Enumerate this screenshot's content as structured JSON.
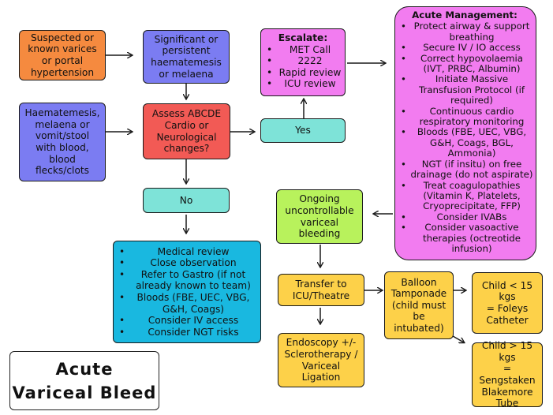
{
  "colors": {
    "orange": "#f58a3f",
    "blue": "#7b7cf2",
    "red": "#f25a55",
    "teal": "#7ee3d8",
    "pink": "#f27cf0",
    "green": "#b8f25c",
    "cyan": "#19b8e0",
    "yellow": "#fdd149"
  },
  "title": {
    "line1": "Acute",
    "line2": "Variceal Bleed"
  },
  "suspected": {
    "lines": [
      "Suspected or",
      "known varices",
      "or portal",
      "hypertension"
    ]
  },
  "significant": {
    "lines": [
      "Significant or",
      "persistent",
      "haematemesis",
      "or melaena"
    ]
  },
  "haematemesis": {
    "lines": [
      "Haematemesis,",
      "melaena or",
      "vomit/stool",
      "with blood,",
      "blood",
      "flecks/clots"
    ]
  },
  "assess": {
    "lines": [
      "Assess ABCDE",
      "Cardio or",
      "Neurological",
      "changes?"
    ]
  },
  "yes": "Yes",
  "no": "No",
  "escalate": {
    "heading": "Escalate:",
    "items": [
      "MET Call",
      "2222",
      "Rapid review",
      "ICU review"
    ]
  },
  "acute": {
    "heading": "Acute Management:",
    "items": [
      "Protect airway & support breathing",
      "Secure IV / IO access",
      "Correct hypovolaemia (IVT, PRBC, Albumin)",
      "Initiate Massive Transfusion Protocol (if required)",
      "Continuous cardio respiratory monitoring",
      "Bloods (FBE, UEC, VBG, G&H, Coags, BGL, Ammonia)",
      "NGT (if insitu) on free drainage (do not aspirate)",
      "Treat coagulopathies (Vitamin K, Platelets, Cryoprecipitate, FFP)",
      "Consider IVABs",
      "Consider vasoactive therapies (octreotide infusion)"
    ]
  },
  "ongoing": {
    "lines": [
      "Ongoing",
      "uncontrollable",
      "variceal",
      "bleeding"
    ]
  },
  "medical": {
    "items": [
      "Medical review",
      "Close observation",
      "Refer to Gastro (if not already known to team)",
      "Bloods (FBE, UEC, VBG, G&H, Coags)",
      "Consider IV access",
      "Consider NGT risks"
    ]
  },
  "transfer": {
    "lines": [
      "Transfer to",
      "ICU/Theatre"
    ]
  },
  "balloon": {
    "lines": [
      "Balloon",
      "Tamponade",
      "(child must",
      "be",
      "intubated)"
    ]
  },
  "child_lt": {
    "lines": [
      "Child < 15 kgs",
      "= Foleys",
      "Catheter"
    ]
  },
  "child_gt": {
    "lines": [
      "Child > 15 kgs",
      "= Sengstaken",
      "Blakemore",
      "Tube"
    ]
  },
  "endoscopy": {
    "lines": [
      "Endoscopy +/-",
      "Sclerotherapy /",
      "Variceal",
      "Ligation"
    ]
  }
}
